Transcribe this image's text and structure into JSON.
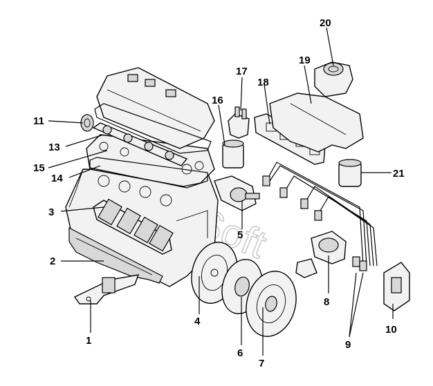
{
  "watermark": "Soft",
  "callouts": {
    "c1": "1",
    "c2": "2",
    "c3": "3",
    "c4": "4",
    "c5": "5",
    "c6": "6",
    "c7": "7",
    "c8": "8",
    "c9": "9",
    "c10": "10",
    "c11": "11",
    "c13": "13",
    "c14": "14",
    "c15": "15",
    "c16": "16",
    "c17": "17",
    "c18": "18",
    "c19": "19",
    "c20": "20",
    "c21": "21"
  }
}
